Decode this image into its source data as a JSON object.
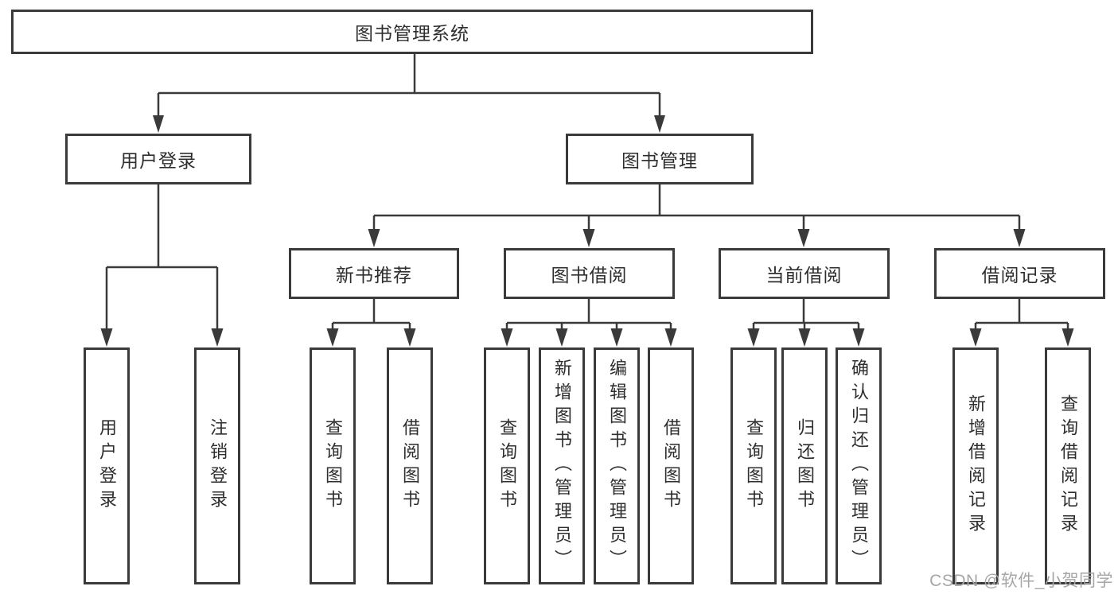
{
  "diagram_title": "图书管理系统",
  "tree": {
    "root": {
      "label": "图书管理系统"
    },
    "children": [
      {
        "label": "用户登录",
        "children": [
          {
            "label": "用户登录"
          },
          {
            "label": "注销登录"
          }
        ]
      },
      {
        "label": "图书管理",
        "children": [
          {
            "label": "新书推荐",
            "children": [
              {
                "label": "查询图书"
              },
              {
                "label": "借阅图书"
              }
            ]
          },
          {
            "label": "图书借阅",
            "children": [
              {
                "label": "查询图书"
              },
              {
                "label": "新增图书（管理员）"
              },
              {
                "label": "编辑图书（管理员）"
              },
              {
                "label": "借阅图书"
              }
            ]
          },
          {
            "label": "当前借阅",
            "children": [
              {
                "label": "查询图书"
              },
              {
                "label": "归还图书"
              },
              {
                "label": "确认归还（管理员）"
              }
            ]
          },
          {
            "label": "借阅记录",
            "children": [
              {
                "label": "新增借阅记录"
              },
              {
                "label": "查询借阅记录"
              }
            ]
          }
        ]
      }
    ]
  },
  "watermark": "CSDN @软件_小贺同学",
  "colors": {
    "line": "#3a3a3a",
    "box_border": "#3a3a3a",
    "text": "#2e2e2e",
    "watermark": "#a6a6a6",
    "background": "#ffffff"
  }
}
